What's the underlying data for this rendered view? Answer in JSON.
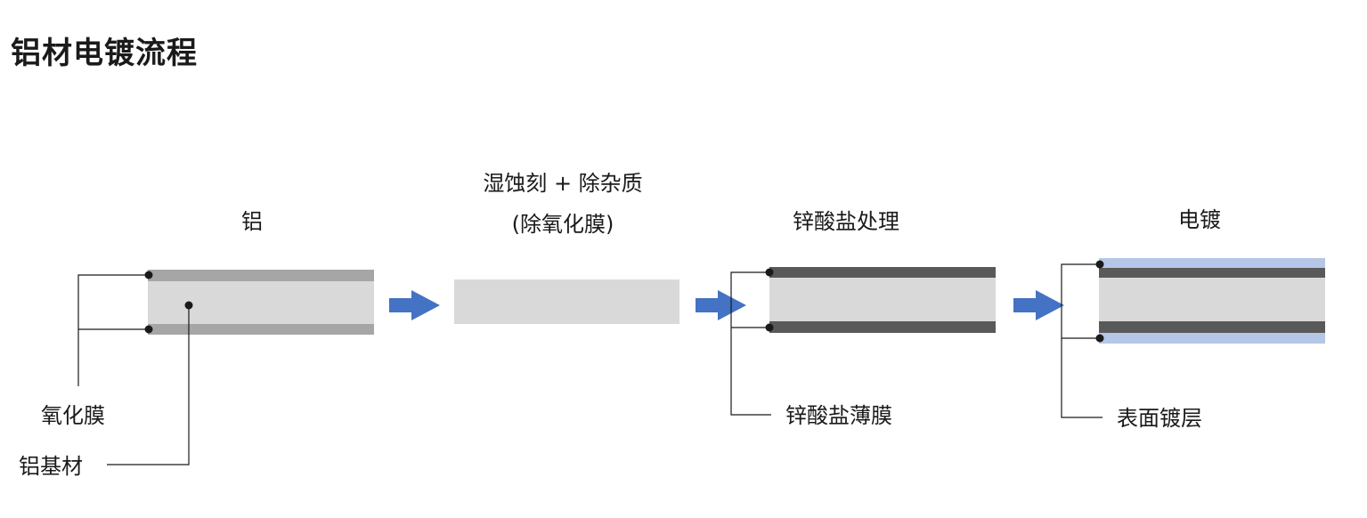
{
  "title": "铝材电镀流程",
  "steps": {
    "aluminum": "铝",
    "etch_line1": "湿蚀刻 + 除杂质",
    "etch_line2": "(除氧化膜)",
    "zincate": "锌酸盐处理",
    "plating": "电镀"
  },
  "callouts": {
    "oxide_film": "氧化膜",
    "aluminum_base": "铝基材",
    "zincate_film": "锌酸盐薄膜",
    "surface_plating": "表面镀层"
  },
  "colors": {
    "base": "#d9d9d9",
    "oxide": "#a6a6a6",
    "zincate": "#595959",
    "plating": "#b4c7e7",
    "arrow": "#4472c4",
    "leader": "#1a1a1a"
  }
}
